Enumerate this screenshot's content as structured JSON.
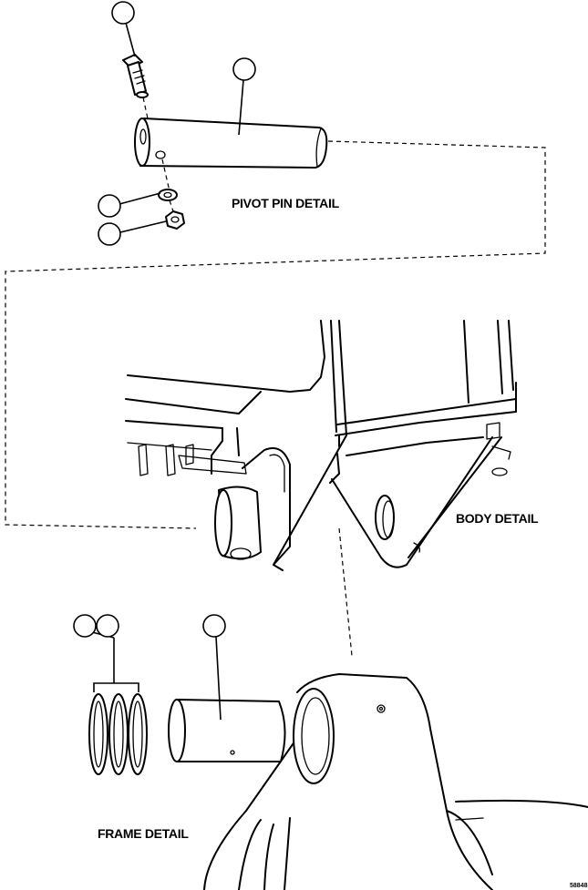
{
  "labels": {
    "pivot_pin_detail": "PIVOT PIN DETAIL",
    "body_detail": "BODY DETAIL",
    "frame_detail": "FRAME DETAIL",
    "figure_code": "58848"
  },
  "colors": {
    "line": "#000000",
    "background": "#ffffff"
  }
}
